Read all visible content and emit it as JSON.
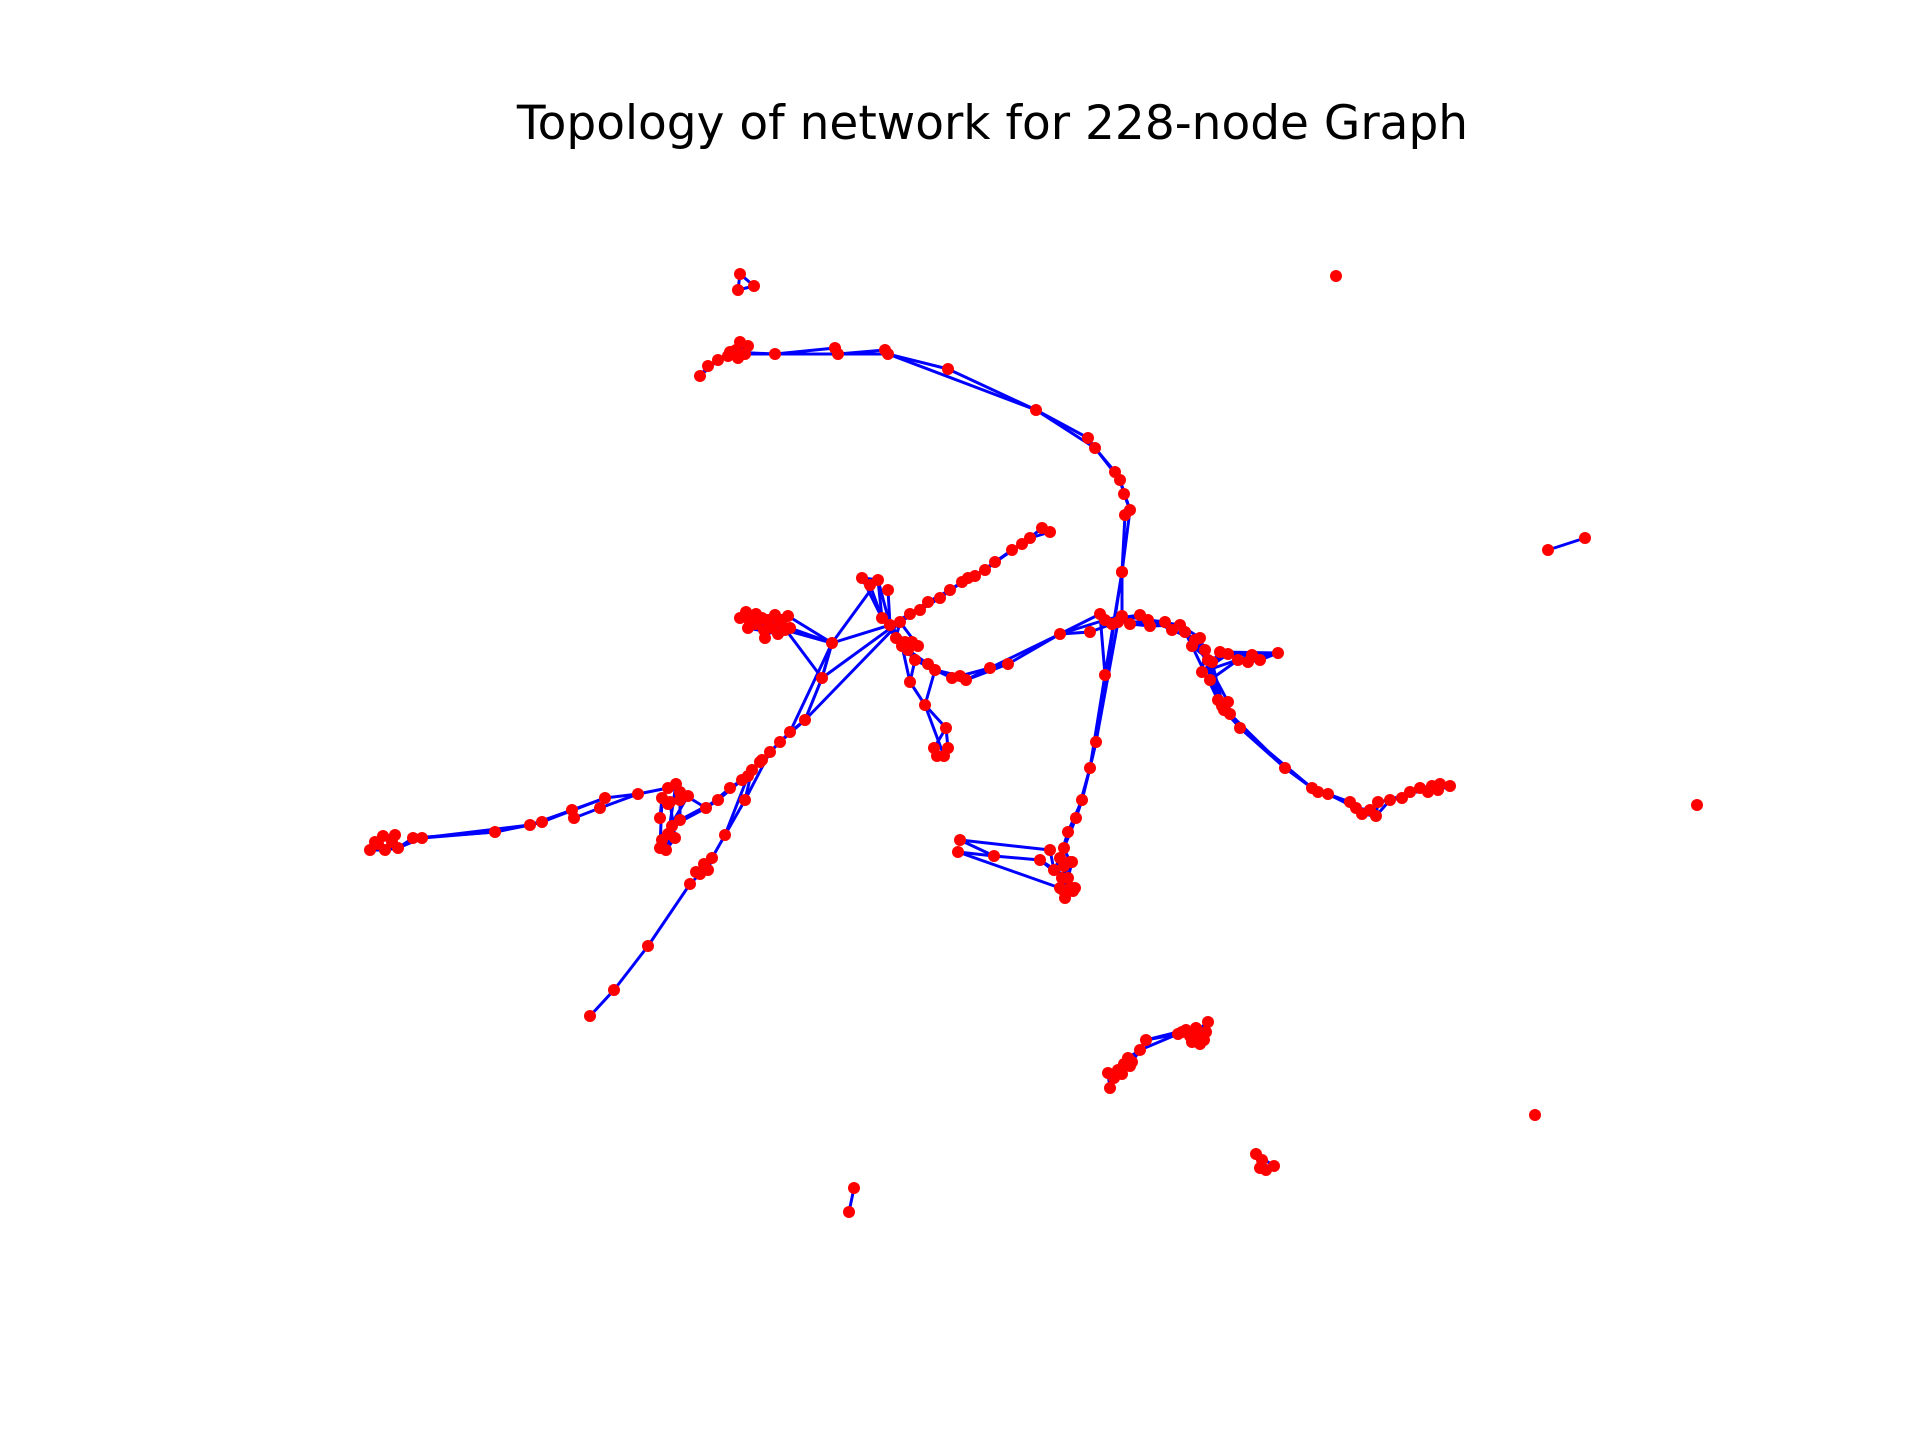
{
  "figure": {
    "title": "Topology of network for 228-node Graph"
  },
  "style": {
    "edge_color": "#0000ff",
    "node_color": "#ff0000",
    "background": "#ffffff"
  },
  "graph": {
    "type": "network",
    "node_count": 228,
    "components": [
      {
        "name": "main-network"
      },
      {
        "name": "small-top-cluster"
      },
      {
        "name": "isolated-node-top-right"
      },
      {
        "name": "pair-right"
      },
      {
        "name": "isolated-node-right"
      },
      {
        "name": "bottom-cluster"
      },
      {
        "name": "isolated-node-bottom-right"
      },
      {
        "name": "small-bottom-cluster"
      },
      {
        "name": "pair-bottom"
      }
    ]
  }
}
